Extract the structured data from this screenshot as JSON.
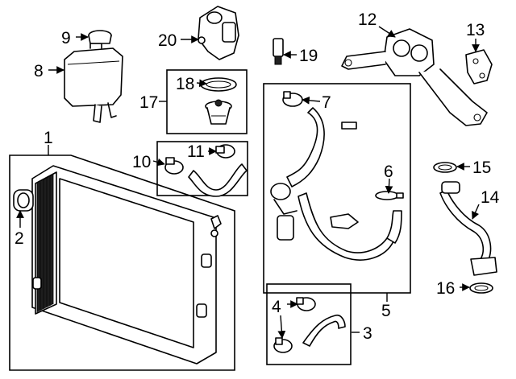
{
  "diagram": {
    "callouts": {
      "n1": "1",
      "n2": "2",
      "n3": "3",
      "n4": "4",
      "n5": "5",
      "n6": "6",
      "n7": "7",
      "n8": "8",
      "n9": "9",
      "n10": "10",
      "n11": "11",
      "n12": "12",
      "n13": "13",
      "n14": "14",
      "n15": "15",
      "n16": "16",
      "n17": "17",
      "n18": "18",
      "n19": "19",
      "n20": "20"
    }
  }
}
